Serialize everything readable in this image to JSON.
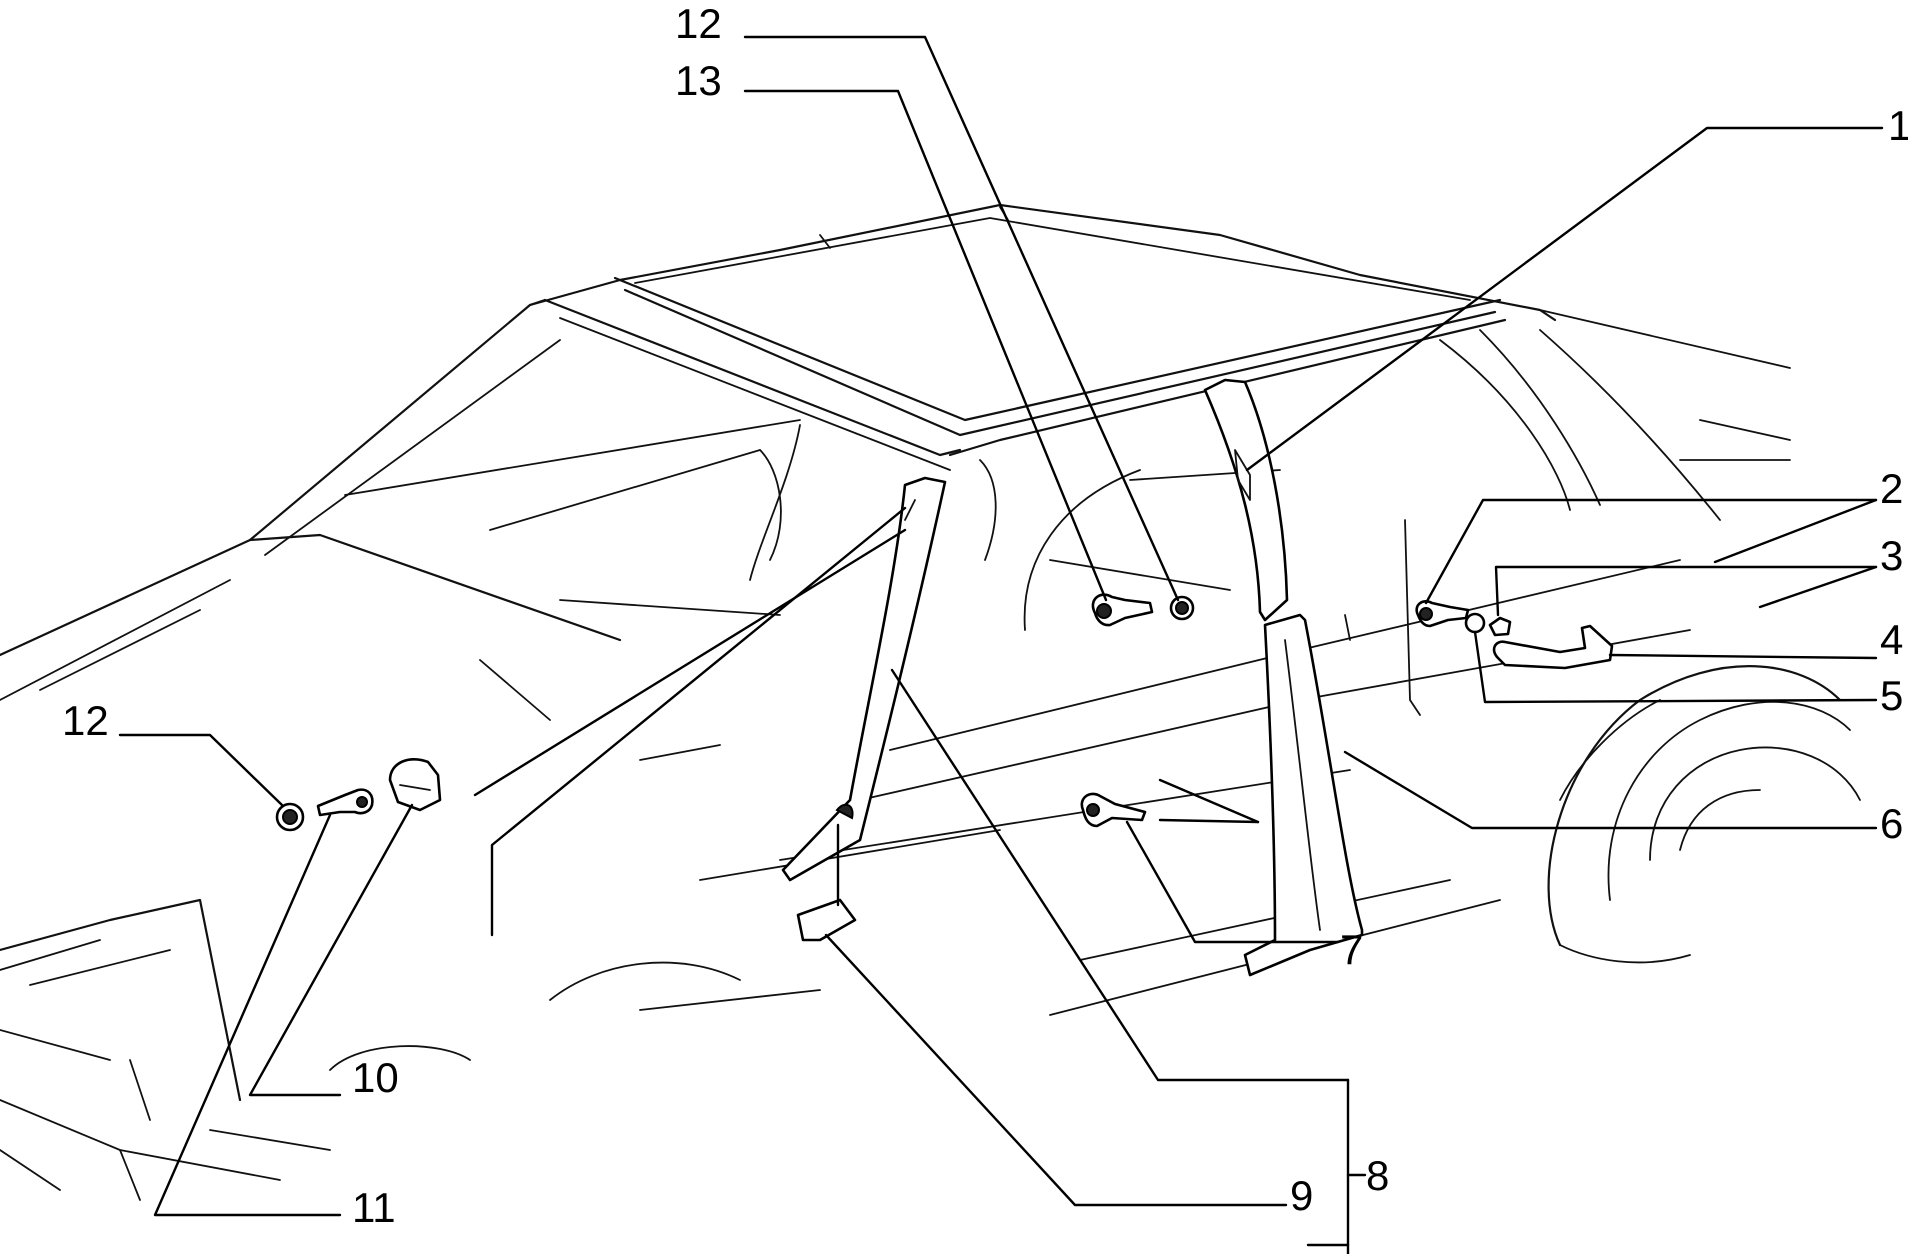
{
  "callouts": [
    {
      "id": "c12a",
      "text": "12"
    },
    {
      "id": "c13",
      "text": "13"
    },
    {
      "id": "c1",
      "text": "1"
    },
    {
      "id": "c2",
      "text": "2"
    },
    {
      "id": "c3",
      "text": "3"
    },
    {
      "id": "c4",
      "text": "4"
    },
    {
      "id": "c5",
      "text": "5"
    },
    {
      "id": "c6",
      "text": "6"
    },
    {
      "id": "c7",
      "text": "7"
    },
    {
      "id": "c8",
      "text": "8"
    },
    {
      "id": "c9",
      "text": "9"
    },
    {
      "id": "c10",
      "text": "10"
    },
    {
      "id": "c11",
      "text": "11"
    },
    {
      "id": "c12b",
      "text": "12"
    }
  ],
  "colors": {
    "ink": "#000000",
    "paper": "#ffffff"
  }
}
